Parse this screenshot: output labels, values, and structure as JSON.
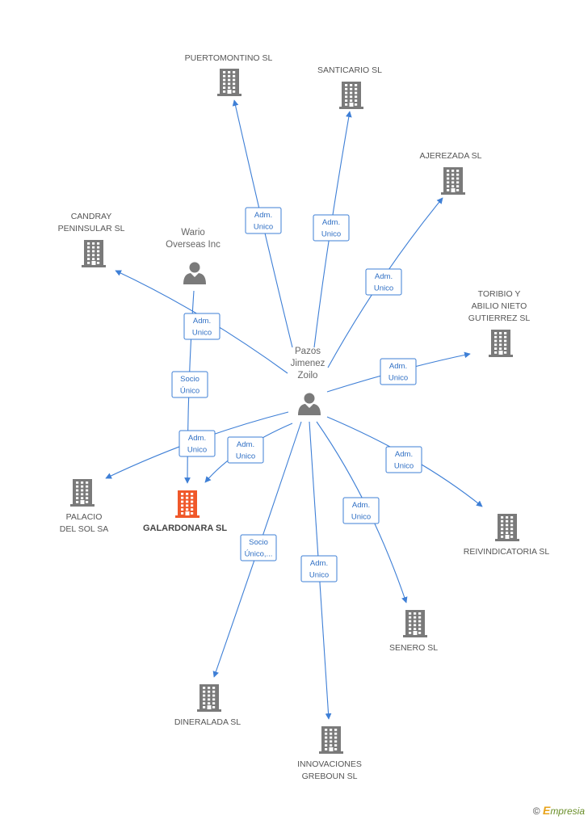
{
  "nodes": [
    {
      "id": "pazos",
      "kind": "person",
      "lines": [
        "Pazos",
        "Jimenez",
        "Zoilo"
      ]
    },
    {
      "id": "wario",
      "kind": "person",
      "lines": [
        "Wario",
        "Overseas Inc"
      ]
    },
    {
      "id": "galardonara",
      "kind": "company",
      "focus": true,
      "lines": [
        "GALARDONARA SL"
      ]
    },
    {
      "id": "puertomontino",
      "kind": "company",
      "lines": [
        "PUERTOMONTINO SL"
      ]
    },
    {
      "id": "santicario",
      "kind": "company",
      "lines": [
        "SANTICARIO SL"
      ]
    },
    {
      "id": "ajerezada",
      "kind": "company",
      "lines": [
        "AJEREZADA SL"
      ]
    },
    {
      "id": "toribio",
      "kind": "company",
      "lines": [
        "TORIBIO Y",
        "ABILIO NIETO",
        "GUTIERREZ SL"
      ]
    },
    {
      "id": "candray",
      "kind": "company",
      "lines": [
        "CANDRAY",
        "PENINSULAR SL"
      ]
    },
    {
      "id": "palacio",
      "kind": "company",
      "lines": [
        "PALACIO",
        "DEL SOL SA"
      ]
    },
    {
      "id": "reivindicatoria",
      "kind": "company",
      "lines": [
        "REIVINDICATORIA SL"
      ]
    },
    {
      "id": "senero",
      "kind": "company",
      "lines": [
        "SENERO SL"
      ]
    },
    {
      "id": "dineralada",
      "kind": "company",
      "lines": [
        "DINERALADA SL"
      ]
    },
    {
      "id": "innovaciones",
      "kind": "company",
      "lines": [
        "INNOVACIONES",
        "GREBOUN SL"
      ]
    }
  ],
  "edges": [
    {
      "from": "pazos",
      "to": "puertomontino",
      "label": [
        "Adm.",
        "Unico"
      ]
    },
    {
      "from": "pazos",
      "to": "santicario",
      "label": [
        "Adm.",
        "Unico"
      ]
    },
    {
      "from": "pazos",
      "to": "ajerezada",
      "label": [
        "Adm.",
        "Unico"
      ]
    },
    {
      "from": "pazos",
      "to": "toribio",
      "label": [
        "Adm.",
        "Unico"
      ]
    },
    {
      "from": "pazos",
      "to": "reivindicatoria",
      "label": [
        "Adm.",
        "Unico"
      ]
    },
    {
      "from": "pazos",
      "to": "senero",
      "label": [
        "Adm.",
        "Unico"
      ]
    },
    {
      "from": "pazos",
      "to": "innovaciones",
      "label": [
        "Adm.",
        "Unico"
      ]
    },
    {
      "from": "pazos",
      "to": "dineralada",
      "label": [
        "Socio",
        "Único,..."
      ]
    },
    {
      "from": "pazos",
      "to": "galardonara",
      "label": [
        "Adm.",
        "Unico"
      ]
    },
    {
      "from": "pazos",
      "to": "palacio",
      "label": [
        "Adm.",
        "Unico"
      ]
    },
    {
      "from": "pazos",
      "to": "candray",
      "label": [
        "Adm.",
        "Unico"
      ]
    },
    {
      "from": "wario",
      "to": "galardonara",
      "label": [
        "Socio",
        "Único"
      ]
    }
  ],
  "footer": {
    "copyright": "©",
    "brand_first": "E",
    "brand_rest": "mpresia"
  },
  "colors": {
    "company": "#7a7a7a",
    "focus_company": "#f0582a",
    "person": "#7a7a7a",
    "edge": "#3e7fd6"
  }
}
